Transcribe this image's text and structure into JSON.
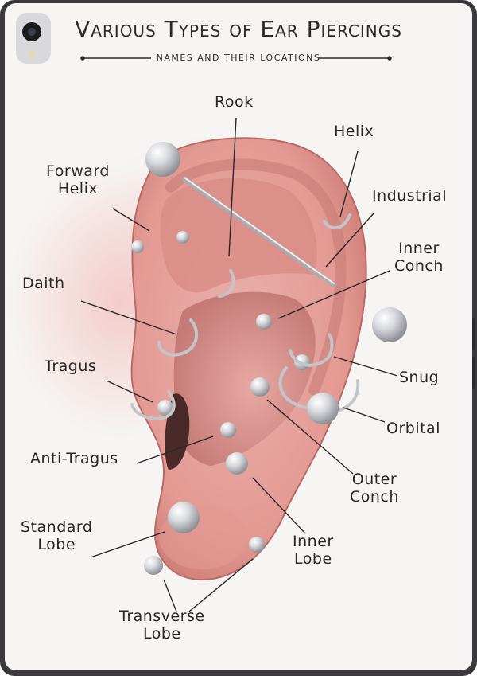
{
  "header": {
    "title": "Various Types of Ear Piercings",
    "subtitle": "NAMES AND THEIR LOCATIONS"
  },
  "labels": {
    "rook": [
      "Rook"
    ],
    "helix": [
      "Helix"
    ],
    "forward_helix": [
      "Forward",
      "Helix"
    ],
    "industrial": [
      "Industrial"
    ],
    "inner_conch": [
      "Inner",
      "Conch"
    ],
    "daith": [
      "Daith"
    ],
    "tragus": [
      "Tragus"
    ],
    "snug": [
      "Snug"
    ],
    "orbital": [
      "Orbital"
    ],
    "anti_tragus": [
      "Anti-Tragus"
    ],
    "outer_conch": [
      "Outer",
      "Conch"
    ],
    "standard_lobe": [
      "Standard",
      "Lobe"
    ],
    "inner_lobe": [
      "Inner",
      "Lobe"
    ],
    "transverse_lobe": [
      "Transverse",
      "Lobe"
    ]
  },
  "colors": {
    "case": "#3a3a3c",
    "paper": "#f6f5f3",
    "skin": "#e7a09b",
    "skin_shadow": "#b86a66",
    "metal": "#cfd0d4",
    "ink": "#2c2a2a"
  }
}
